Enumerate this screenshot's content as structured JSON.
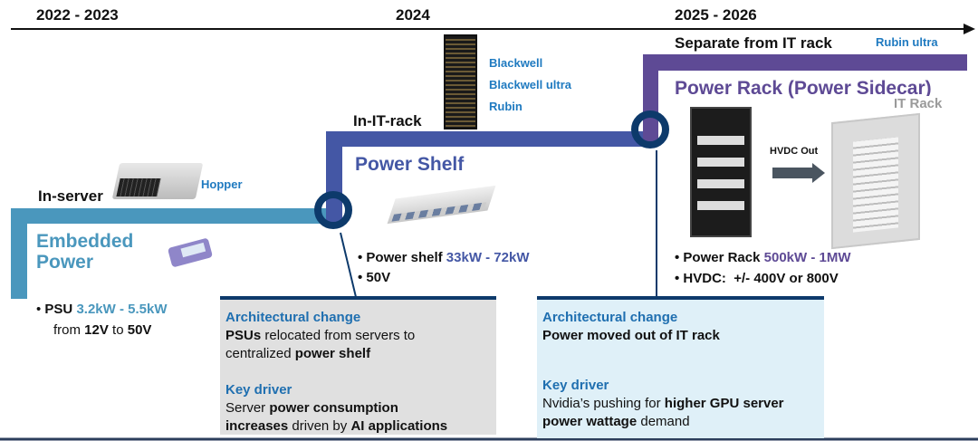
{
  "timeline": {
    "periods": [
      "2022 - 2023",
      "2024",
      "2025 - 2026"
    ]
  },
  "stage1": {
    "location": "In-server",
    "gpu": "Hopper",
    "title_line1": "Embedded",
    "title_line2": "Power",
    "bullet_psu": "PSU",
    "bullet_range": "3.2kW - 5.5kW",
    "from": "from",
    "v1": "12V",
    "to": "to",
    "v2": "50V"
  },
  "stage2": {
    "location": "In-IT-rack",
    "gpus": [
      "Blackwell",
      "Blackwell ultra",
      "Rubin"
    ],
    "title": "Power Shelf",
    "bullet1_label": "Power shelf",
    "bullet1_range": "33kW - 72kW",
    "bullet2": "50V",
    "box": {
      "heading1": "Architectural change",
      "l1a": "PSUs",
      "l1b": " relocated from servers to",
      "l2a": "centralized ",
      "l2b": "power shelf",
      "heading2": "Key driver",
      "l3a": "Server ",
      "l3b": "power consumption",
      "l4a": "increases",
      "l4b": " driven by ",
      "l4c": "AI applications"
    }
  },
  "stage3": {
    "location": "Separate from IT rack",
    "gpu": "Rubin ultra",
    "title": "Power Rack (Power Sidecar)",
    "it_rack": "IT Rack",
    "hvdc_out": "HVDC Out",
    "bullet1_label": "Power Rack",
    "bullet1_range": "500kW - 1MW",
    "bullet2": "HVDC:  +/- 400V or 800V",
    "box": {
      "heading1": "Architectural change",
      "l1": "Power moved out of IT rack",
      "heading2": "Key driver",
      "l2a": "Nvidia’s pushing for ",
      "l2b": "higher GPU server",
      "l3a": "power wattage",
      "l3b": " demand"
    }
  },
  "colors": {
    "teal": "#4a97bd",
    "indigo": "#4457a5",
    "purple": "#5e4a95",
    "navy": "#0d3a6b"
  }
}
